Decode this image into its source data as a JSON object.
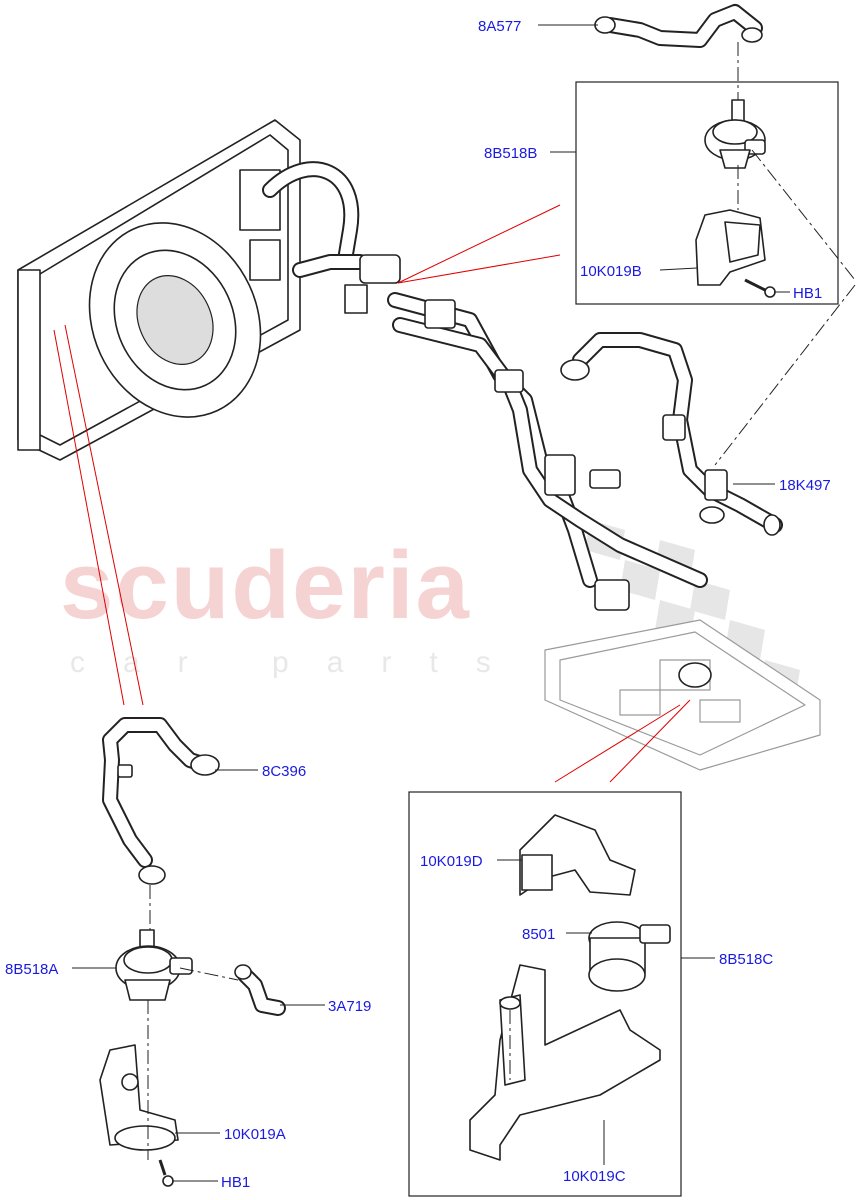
{
  "watermark": {
    "title": "scuderia",
    "subtitle": "car parts"
  },
  "labels": {
    "l8A577": "8A577",
    "l8B518B": "8B518B",
    "l10K019B": "10K019B",
    "lHB1_top": "HB1",
    "l18K497": "18K497",
    "l8C396": "8C396",
    "l8B518A": "8B518A",
    "l3A719": "3A719",
    "l10K019A": "10K019A",
    "lHB1_bottom": "HB1",
    "l10K019D": "10K019D",
    "l8501": "8501",
    "l8B518C": "8B518C",
    "l10K019C": "10K019C"
  },
  "colors": {
    "callout_text": "#1a1ae0",
    "reference_line": "#e00000",
    "line_art": "#222222"
  }
}
